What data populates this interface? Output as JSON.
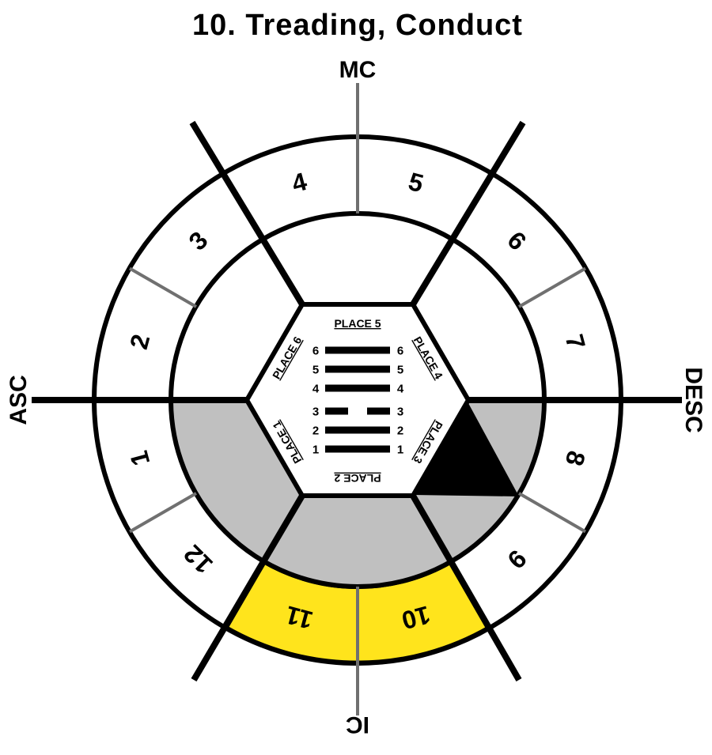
{
  "title": "10. Treading, Conduct",
  "axes": {
    "mc": "MC",
    "ic": "IC",
    "asc": "ASC",
    "desc": "DESC"
  },
  "houses": [
    "1",
    "2",
    "3",
    "4",
    "5",
    "6",
    "7",
    "8",
    "9",
    "10",
    "11",
    "12"
  ],
  "places": [
    "PLACE 1",
    "PLACE 2",
    "PLACE 3",
    "PLACE 4",
    "PLACE 5",
    "PLACE 6"
  ],
  "hexagram": {
    "line_numbers": [
      "1",
      "2",
      "3",
      "4",
      "5",
      "6"
    ],
    "lines": [
      "solid",
      "solid",
      "broken",
      "solid",
      "solid",
      "solid"
    ]
  },
  "colors": {
    "highlight": "#ffe41c",
    "shade": "#c0c0c0",
    "line": "#000000",
    "divider": "#707070"
  }
}
